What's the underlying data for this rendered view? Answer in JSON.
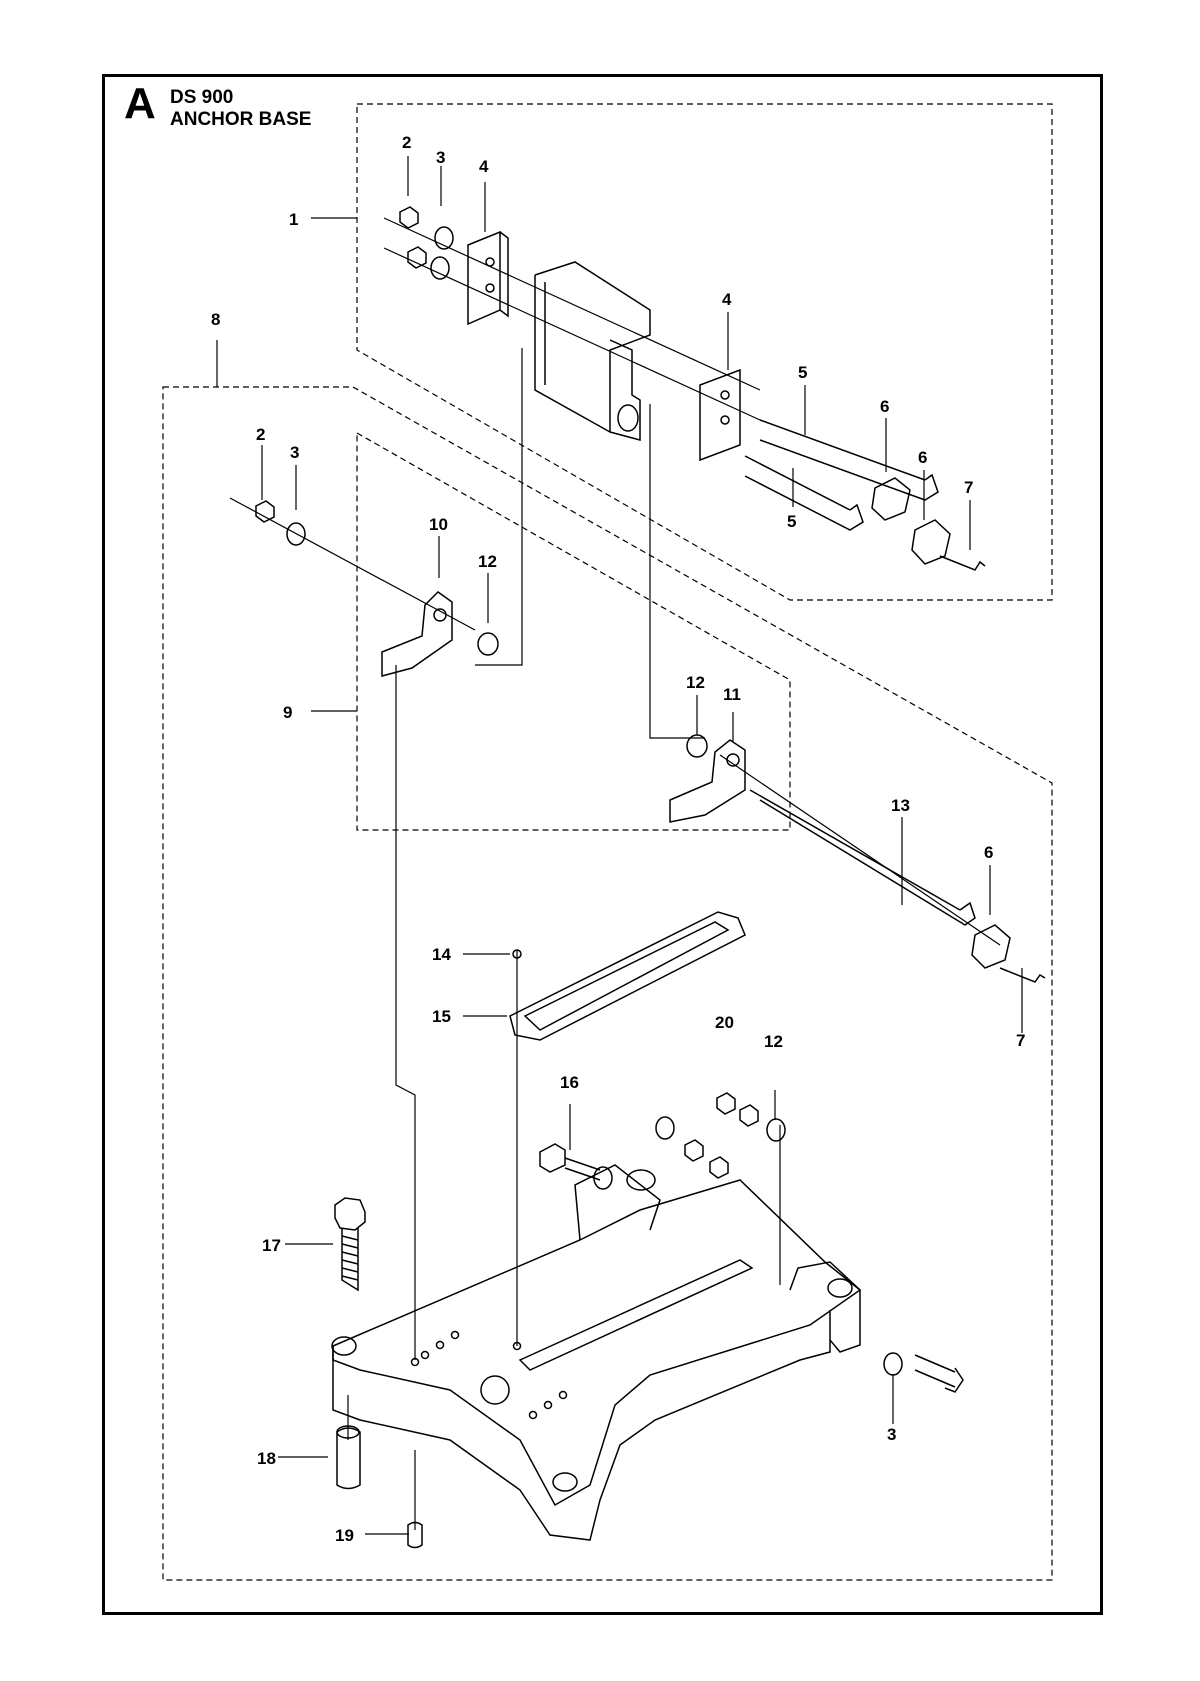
{
  "header": {
    "section_letter": "A",
    "model": "DS 900",
    "assembly_name": "ANCHOR BASE"
  },
  "callouts": [
    {
      "id": "c1",
      "text": "1"
    },
    {
      "id": "c2a",
      "text": "2"
    },
    {
      "id": "c3a",
      "text": "3"
    },
    {
      "id": "c4a",
      "text": "4"
    },
    {
      "id": "c4b",
      "text": "4"
    },
    {
      "id": "c5a",
      "text": "5"
    },
    {
      "id": "c5b",
      "text": "5"
    },
    {
      "id": "c6a",
      "text": "6"
    },
    {
      "id": "c6b",
      "text": "6"
    },
    {
      "id": "c7a",
      "text": "7"
    },
    {
      "id": "c8",
      "text": "8"
    },
    {
      "id": "c2b",
      "text": "2"
    },
    {
      "id": "c3b",
      "text": "3"
    },
    {
      "id": "c10",
      "text": "10"
    },
    {
      "id": "c12a",
      "text": "12"
    },
    {
      "id": "c9",
      "text": "9"
    },
    {
      "id": "c12b",
      "text": "12"
    },
    {
      "id": "c11",
      "text": "11"
    },
    {
      "id": "c13",
      "text": "13"
    },
    {
      "id": "c6c",
      "text": "6"
    },
    {
      "id": "c7b",
      "text": "7"
    },
    {
      "id": "c14",
      "text": "14"
    },
    {
      "id": "c15",
      "text": "15"
    },
    {
      "id": "c20",
      "text": "20"
    },
    {
      "id": "c12c",
      "text": "12"
    },
    {
      "id": "c16",
      "text": "16"
    },
    {
      "id": "c17",
      "text": "17"
    },
    {
      "id": "c3c",
      "text": "3"
    },
    {
      "id": "c18",
      "text": "18"
    },
    {
      "id": "c19",
      "text": "19"
    }
  ]
}
